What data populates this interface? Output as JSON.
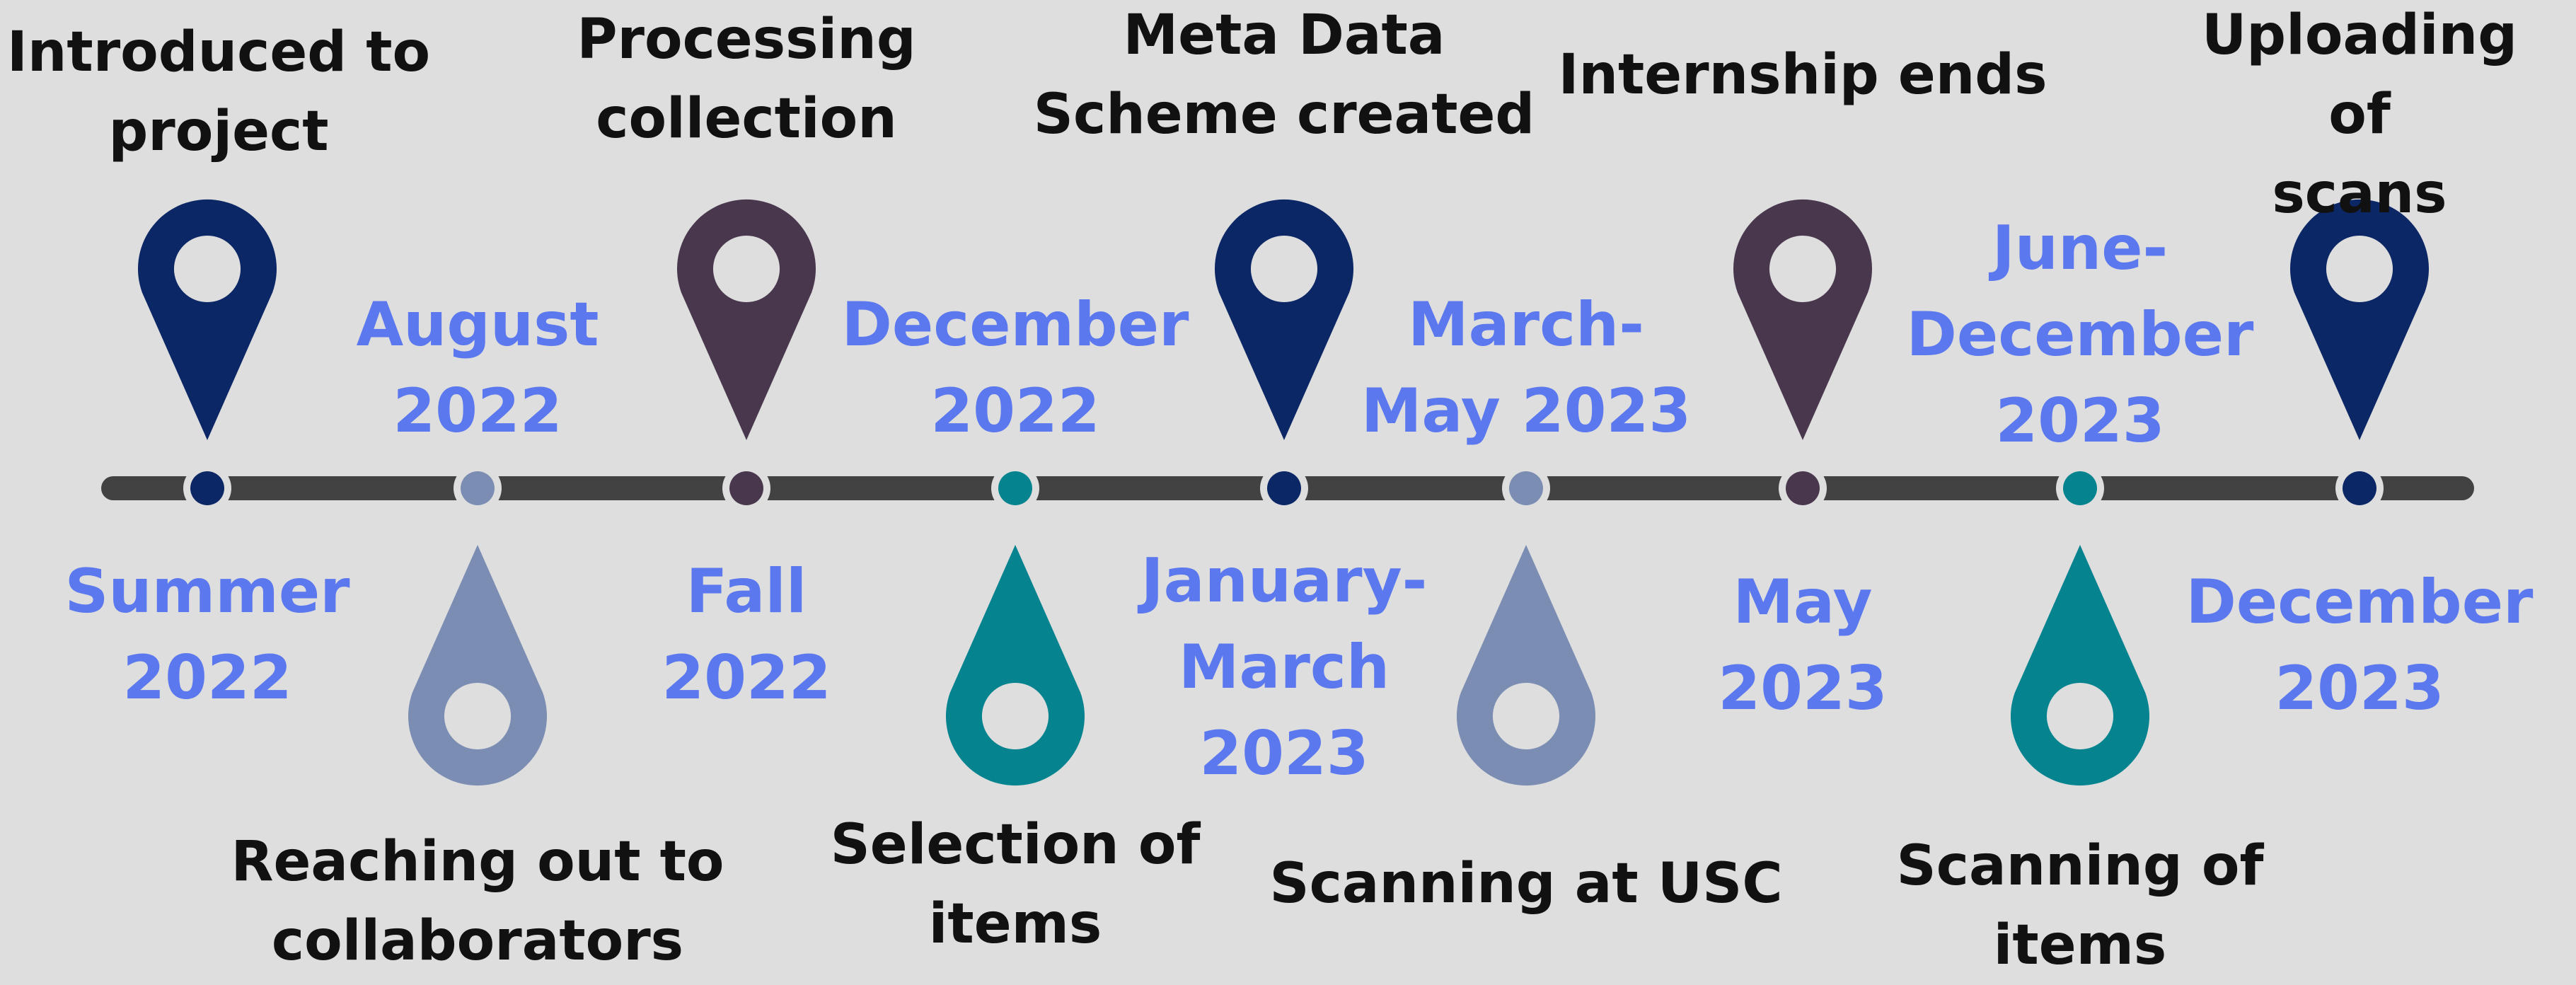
{
  "colors": {
    "background": "#dedede",
    "line": "#424242",
    "event_text": "#111111",
    "date_text": "#5b78ee",
    "navy": "#0c2766",
    "plum": "#49384d",
    "slate": "#7b8db3",
    "teal": "#05838f"
  },
  "milestones": [
    {
      "date": "Summer\n2022",
      "event": "Introduced to\nproject",
      "pin": "up",
      "color": "navy",
      "icon": "map-pin-icon"
    },
    {
      "date": "August\n2022",
      "event": "Reaching out to\ncollaborators",
      "pin": "down",
      "color": "slate",
      "icon": "drop-pin-icon"
    },
    {
      "date": "Fall\n2022",
      "event": "Processing\ncollection",
      "pin": "up",
      "color": "plum",
      "icon": "map-pin-icon"
    },
    {
      "date": "December\n2022",
      "event": "Selection of\nitems",
      "pin": "down",
      "color": "teal",
      "icon": "drop-pin-icon"
    },
    {
      "date": "January-\nMarch\n2023",
      "event": "Meta Data\nScheme created",
      "pin": "up",
      "color": "navy",
      "icon": "map-pin-icon"
    },
    {
      "date": "March-\nMay 2023",
      "event": "Scanning at USC",
      "pin": "down",
      "color": "slate",
      "icon": "drop-pin-icon"
    },
    {
      "date": "May\n2023",
      "event": "Internship ends",
      "pin": "up",
      "color": "plum",
      "icon": "map-pin-icon"
    },
    {
      "date": "June-\nDecember\n2023",
      "event": "Scanning of\nitems",
      "pin": "down",
      "color": "teal",
      "icon": "drop-pin-icon"
    },
    {
      "date": "December\n2023",
      "event": "Uploading of\nscans",
      "pin": "up",
      "color": "navy",
      "icon": "map-pin-icon"
    }
  ]
}
